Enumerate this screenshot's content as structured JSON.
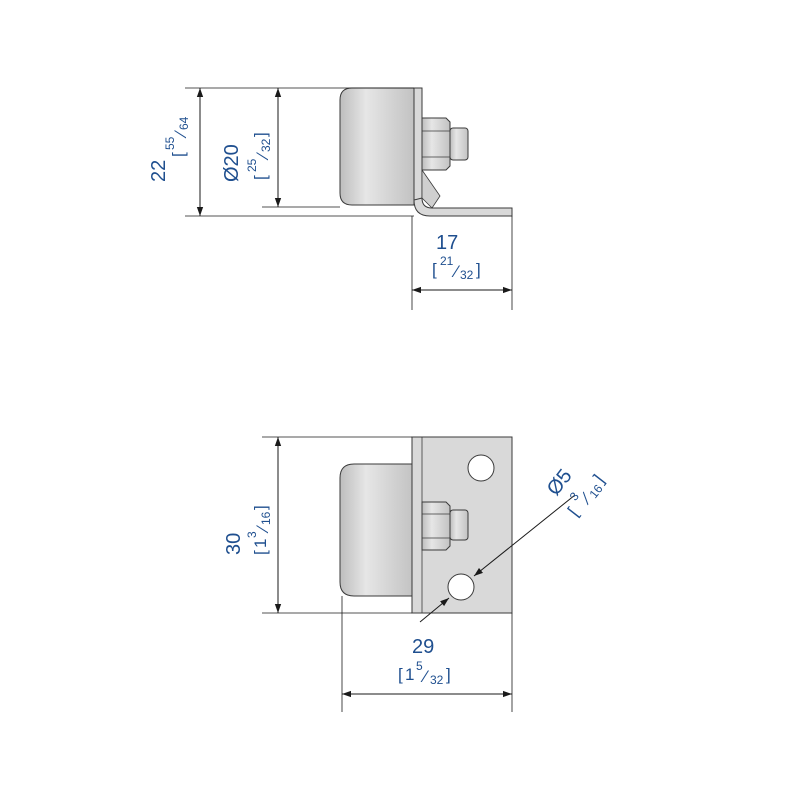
{
  "side_view": {
    "height_mm": "22",
    "height_in_num": "55",
    "height_in_den": "64",
    "diameter_mm": "Ø20",
    "diameter_in_num": "25",
    "diameter_in_den": "32",
    "depth_mm": "17",
    "depth_in_num": "21",
    "depth_in_den": "32"
  },
  "front_view": {
    "height_mm": "30",
    "height_in_whole": "1",
    "height_in_num": "3",
    "height_in_den": "16",
    "width_mm": "29",
    "width_in_whole": "1",
    "width_in_num": "5",
    "width_in_den": "32",
    "hole_mm": "Ø5",
    "hole_in_num": "3",
    "hole_in_den": "16"
  },
  "colors": {
    "dimension_text": "#1f4f8f",
    "line": "#1a1a1a",
    "part_fill": "#cfcfcf"
  }
}
